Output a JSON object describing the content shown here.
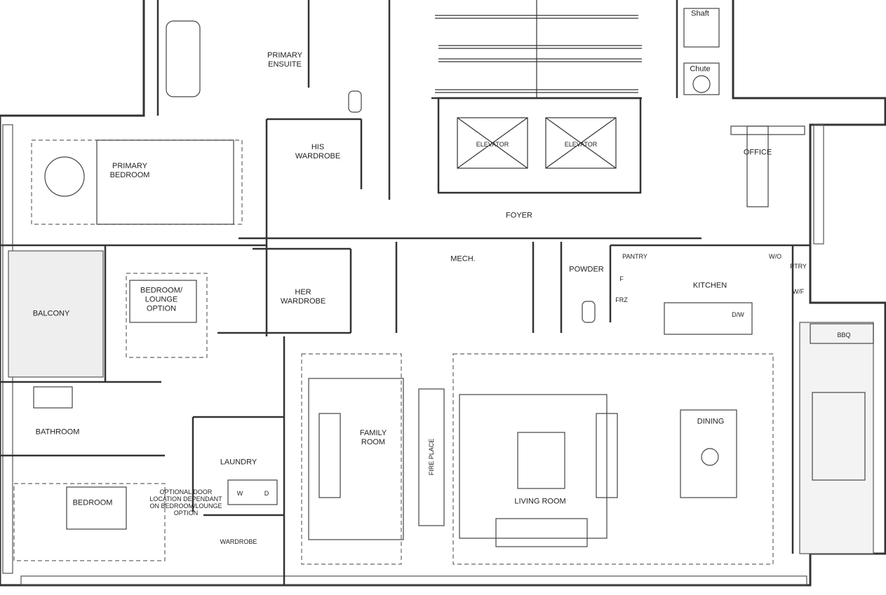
{
  "rooms": {
    "shaft": "Shaft",
    "chute": "Chute",
    "primary_ensuite": [
      "PRIMARY",
      "ENSUITE"
    ],
    "his_wardrobe": [
      "HIS",
      "WARDROBE"
    ],
    "primary_bedroom": [
      "PRIMARY",
      "BEDROOM"
    ],
    "elevator_1": "ELEVATOR",
    "elevator_2": "ELEVATOR",
    "office": "OFFICE",
    "foyer": "FOYER",
    "mech": "MECH.",
    "powder": "POWDER",
    "pantry": "PANTRY",
    "wo": "W/O",
    "ptry": "PTRY",
    "wf": "W/F",
    "kitchen": "KITCHEN",
    "fridge": "F",
    "freezer": "FRZ",
    "dishwasher": "D/W",
    "bbq": "BBQ",
    "bedroom_lounge": [
      "BEDROOM/",
      "LOUNGE",
      "OPTION"
    ],
    "her_wardrobe": [
      "HER",
      "WARDROBE"
    ],
    "balcony": "BALCONY",
    "bathroom": "BATHROOM",
    "laundry": "LAUNDRY",
    "washer": "W",
    "dryer": "D",
    "family_room": [
      "FAMILY",
      "ROOM"
    ],
    "fireplace": "FIRE PLACE",
    "living_room": "LIVING ROOM",
    "dining": "DINING",
    "bedroom": "BEDROOM",
    "wardrobe": "WARDROBE",
    "optional_door_note": [
      "OPTIONAL DOOR",
      "LOCATION DEPENDANT",
      "ON BEDROOM/LOUNGE",
      "OPTION"
    ]
  }
}
